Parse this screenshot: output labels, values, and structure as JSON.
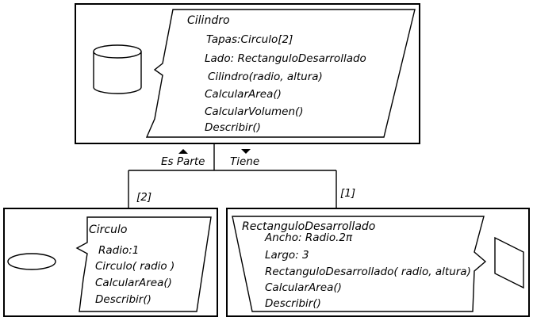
{
  "diagram": {
    "cilindro": {
      "title": "Cilindro",
      "members": [
        "Tapas:Circulo[2]",
        "Lado: RectanguloDesarrollado",
        "Cilindro(radio, altura)",
        "CalcularArea()",
        "CalcularVolumen()",
        "Describir()"
      ],
      "icon": "cylinder-icon"
    },
    "circulo": {
      "title": "Circulo",
      "members": [
        "Radio:1",
        "Circulo( radio )",
        "CalcularArea()",
        "Describir()"
      ],
      "icon": "ellipse-icon"
    },
    "rectangulo": {
      "title": "RectanguloDesarrollado",
      "members": [
        "Ancho: Radio.2π",
        "Largo: 3",
        "RectanguloDesarrollado( radio, altura)",
        "CalcularArea()",
        "Describir()"
      ],
      "icon": "parallelogram-icon"
    },
    "relations": {
      "es_parte": "Es Parte",
      "tiene": "Tiene",
      "mult_circulo": "[2]",
      "mult_rectangulo": "[1]"
    }
  }
}
